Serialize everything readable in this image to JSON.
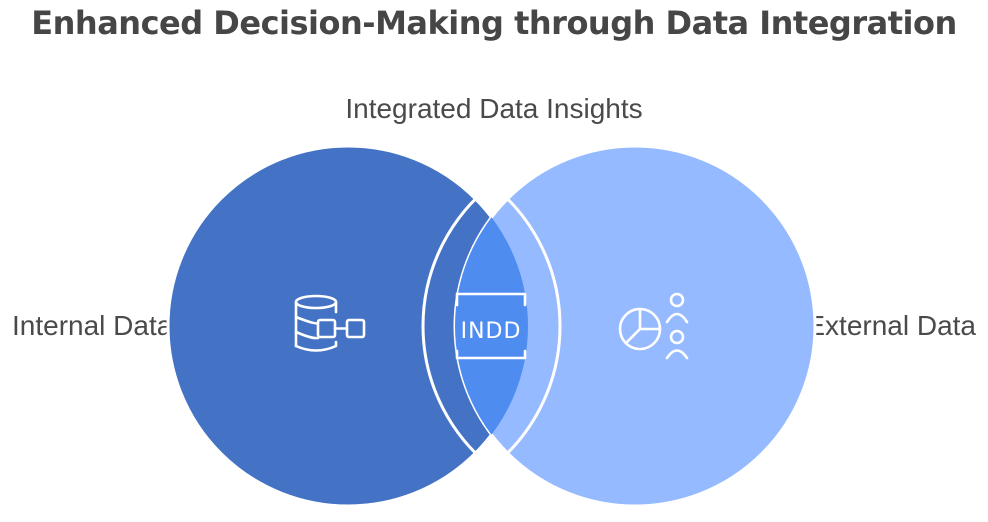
{
  "title": "Enhanced Decision-Making through Data Integration",
  "intersection_label": "Integrated Data Insights",
  "left_set": {
    "label": "Internal Data",
    "icon": "database-flow-icon",
    "color": "#4472C4"
  },
  "right_set": {
    "label": "External Data",
    "icon": "pie-chart-people-icon",
    "color": "#96BAFF"
  },
  "intersection": {
    "icon_text": "INDD",
    "icon": "indd-file-icon",
    "color": "#4F8CF0"
  },
  "colors": {
    "title": "#464646",
    "label": "#4a4a4a",
    "outline": "#ffffff"
  }
}
